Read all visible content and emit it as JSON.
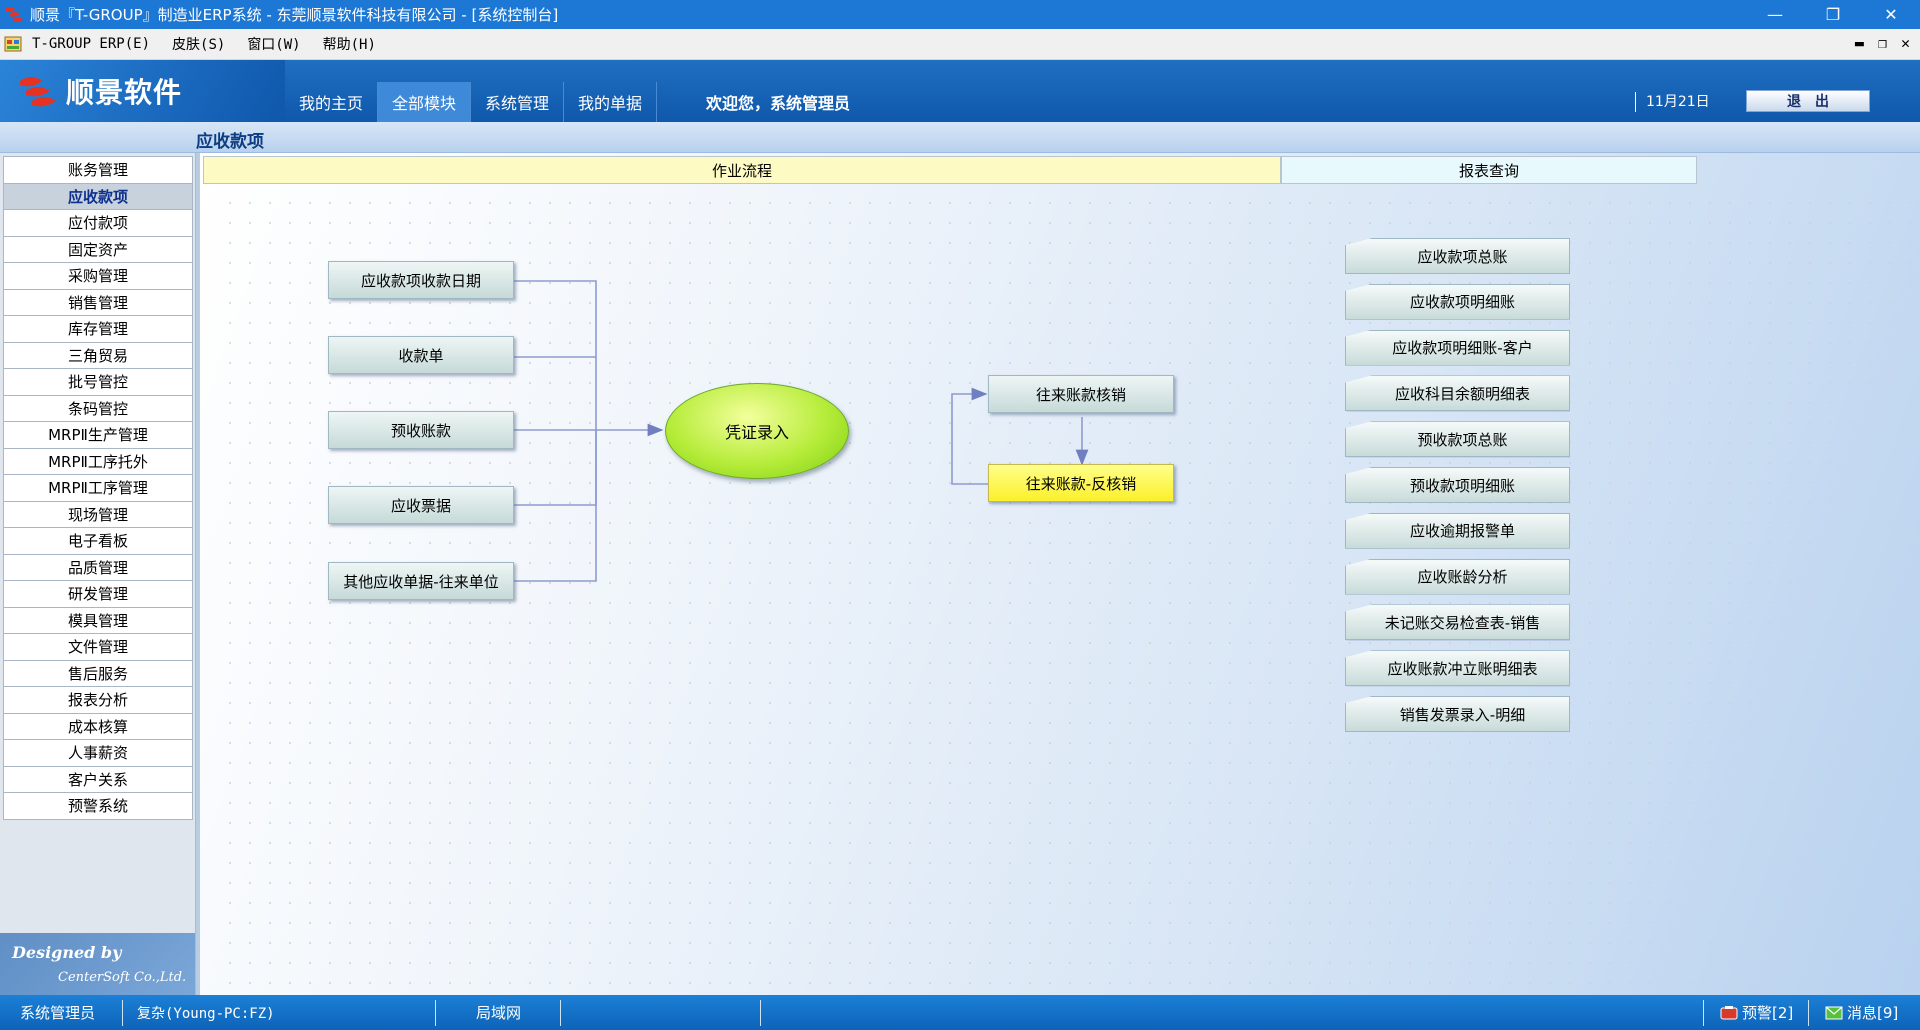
{
  "window": {
    "title": "顺景『T-GROUP』制造业ERP系统 - 东莞顺景软件科技有限公司 - [系统控制台]",
    "minimize": "—",
    "restore": "❐",
    "close": "✕"
  },
  "menubar": {
    "items": [
      "T-GROUP ERP(E)",
      "皮肤(S)",
      "窗口(W)",
      "帮助(H)"
    ],
    "controls": [
      "▬",
      "❐",
      "✕"
    ]
  },
  "header": {
    "brand": "顺景软件",
    "tabs": [
      "我的主页",
      "全部模块",
      "系统管理",
      "我的单据"
    ],
    "active_tab": 1,
    "welcome": "欢迎您，系统管理员",
    "date": "11月21日",
    "logout": "退出"
  },
  "section": {
    "title": "应收款项"
  },
  "sidebar": {
    "items": [
      "账务管理",
      "应收款项",
      "应付款项",
      "固定资产",
      "采购管理",
      "销售管理",
      "库存管理",
      "三角贸易",
      "批号管控",
      "条码管控",
      "MRPⅡ生产管理",
      "MRPⅡ工序托外",
      "MRPⅡ工序管理",
      "现场管理",
      "电子看板",
      "品质管理",
      "研发管理",
      "模具管理",
      "文件管理",
      "售后服务",
      "报表分析",
      "成本核算",
      "人事薪资",
      "客户关系",
      "预警系统"
    ],
    "active_index": 1,
    "designed_by": "Designed by",
    "company": "CenterSoft Co.,Ltd."
  },
  "main": {
    "tab_flow": "作业流程",
    "tab_report": "报表查询",
    "flow_inputs": [
      "应收款项收款日期",
      "收款单",
      "预收账款",
      "应收票据",
      "其他应收单据-往来单位"
    ],
    "center": "凭证录入",
    "verify": "往来账款核销",
    "reverse": "往来账款-反核销",
    "reports": [
      "应收款项总账",
      "应收款项明细账",
      "应收款项明细账-客户",
      "应收科目余额明细表",
      "预收款项总账",
      "预收款项明细账",
      "应收逾期报警单",
      "应收账龄分析",
      "未记账交易检查表-销售",
      "应收账款冲立账明细表",
      "销售发票录入-明细"
    ]
  },
  "statusbar": {
    "user": "系统管理员",
    "server": "复杂(Young-PC:FZ)",
    "network": "局域网",
    "alert": "预警[2]",
    "message": "消息[9]"
  },
  "colors": {
    "titlebar": "#1c78d4",
    "header": "#0f58ab",
    "flow_tab": "#fefac4",
    "report_tab": "#e7f9fd",
    "ellipse": "#b6ec3a",
    "reverse_button": "#fbf02a"
  }
}
